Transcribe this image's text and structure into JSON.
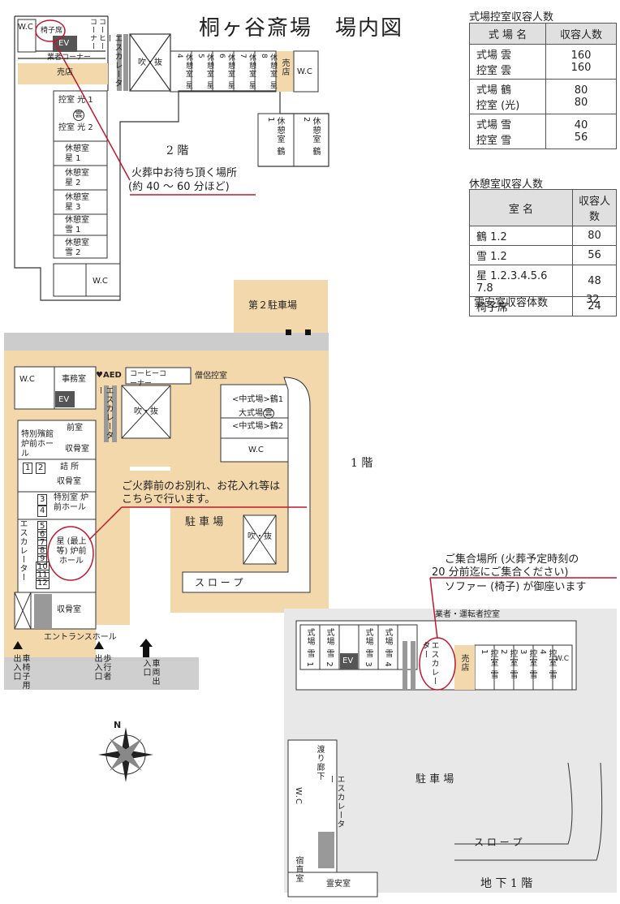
{
  "title": "桐ヶ谷斎場　場内図",
  "table1": {
    "title": "式場控室収容人数",
    "headers": [
      "式 場 名",
      "収容人数"
    ],
    "rows": [
      {
        "names": [
          "式場 雲",
          "控室 雲"
        ],
        "values": [
          "160",
          "160"
        ]
      },
      {
        "names": [
          "式場 鶴",
          "控室 (光)"
        ],
        "values": [
          "80",
          "80"
        ]
      },
      {
        "names": [
          "式場 雪",
          "控室 雪"
        ],
        "values": [
          "40",
          "56"
        ]
      }
    ]
  },
  "table2": {
    "title": "休憩室収容人数",
    "headers": [
      "室 名",
      "収容人数"
    ],
    "rows": [
      {
        "name": "鶴 1.2",
        "value": "80"
      },
      {
        "name": "雪 1.2",
        "value": "56"
      },
      {
        "name": "星 1.2.3.4.5.6 7.8",
        "value": "48"
      },
      {
        "name": "椅子席",
        "value": "24"
      }
    ],
    "extra": {
      "name": "霊安室収容体数",
      "value": "32"
    }
  },
  "floor2": {
    "label": "2 階",
    "wc": "W.C",
    "isu": "椅子席",
    "ev": "EV",
    "coffee": "コーヒーコーナー",
    "gyosha": "業者コーナー",
    "baiten_left": "売店",
    "escalator": "エスカレーター",
    "fukinuke": "吹・抜",
    "hikae_hikari1": "控室 光 1",
    "kumo": "雲",
    "hikae_hikari2": "控室 光 2",
    "kyukei_left": [
      "休憩室 星 1",
      "休憩室 星 2",
      "休憩室 星 3",
      "休憩室 雪 1",
      "休憩室 雪 2"
    ],
    "kyukei_top": [
      "休憩室 星4",
      "休憩室 星5",
      "休憩室 星6",
      "休憩室 星7",
      "休憩室 星8"
    ],
    "baiten_top": "売店",
    "wc_top": "W.C",
    "kyukei_tsuru": [
      "休憩室 鶴 1",
      "休憩室 鶴 2"
    ],
    "note_line1": "火葬中お待ち頂く場所",
    "note_line2": "(約 40 〜 60 分ほど)"
  },
  "floor1": {
    "label": "1 階",
    "parking2": "第２駐車場",
    "wc": "W.C",
    "jimushitsu": "事務室",
    "ev": "EV",
    "aed": "AED",
    "coffee": "コーヒーコーナー",
    "soryo": "僧侶控室",
    "escalator": "エスカレーター",
    "fukinuke": "吹・抜",
    "chushikijo1": "<中式場>鶴1",
    "daishikijo": "大式場",
    "kumo": "雲",
    "chushikijo2": "<中式場>鶴2",
    "wc_right": "W.C",
    "tokubetsu": "特別殯館 炉前ホール",
    "maeshitsu": "前室",
    "shukotsu1": "収骨室",
    "num12": [
      "1",
      "2"
    ],
    "tsumesho": "詰 所",
    "shukotsu2": "収骨室",
    "num34": [
      "3",
      "4"
    ],
    "tokubetsushitsu": "特別室 炉前ホール",
    "nums": [
      "5",
      "6",
      "7",
      "8",
      "9",
      "10",
      "11",
      "12"
    ],
    "hoshi": "星 (最上等) 炉前ホール",
    "escalator_left": "エスカレーター",
    "shukotsu3": "収骨室",
    "entrance": "エントランスホール",
    "chushajo": "駐 車 場",
    "fukinuke2": "吹・抜",
    "slope": "ス ロ ー プ",
    "exit_wheelchair": "車椅子用出入口",
    "exit_walker": "歩行者出入口",
    "exit_car": "車両出入口",
    "note_line1": "ご火葬前のお別れ、お花入れ等は",
    "note_line2": "こちらで行います。"
  },
  "basement": {
    "label": "地 下 1 階",
    "note_line1": "ご集合場所 (火葬予定時刻の",
    "note_line2": "20 分前迄にご集合ください)",
    "note_line3": "ソファー (椅子) が御座います",
    "gyosha": "業者・運転者控室",
    "shikijo": [
      "式場 雪 1",
      "式場 雪 2",
      "式場 雪 3",
      "式場 雪 4"
    ],
    "ev": "EV",
    "escalator": "エスカレーター",
    "baiten": "売店",
    "hikae": [
      "控室 雪 1",
      "控室 雪 2",
      "控室 雪 3",
      "控室 雪 4"
    ],
    "wc": "W.C",
    "watari": "渡り廊下",
    "escalator2": "エスカレーター",
    "wc_left": "W.C",
    "shukuchoku": "宿直室",
    "reian": "霊安室",
    "chushajo": "駐 車 場",
    "slope": "ス ロ ー プ"
  },
  "compass_label": "N",
  "colors": {
    "accent": "#c0182b",
    "beige": "#f3d8ac",
    "gray": "#cfcfcf"
  }
}
